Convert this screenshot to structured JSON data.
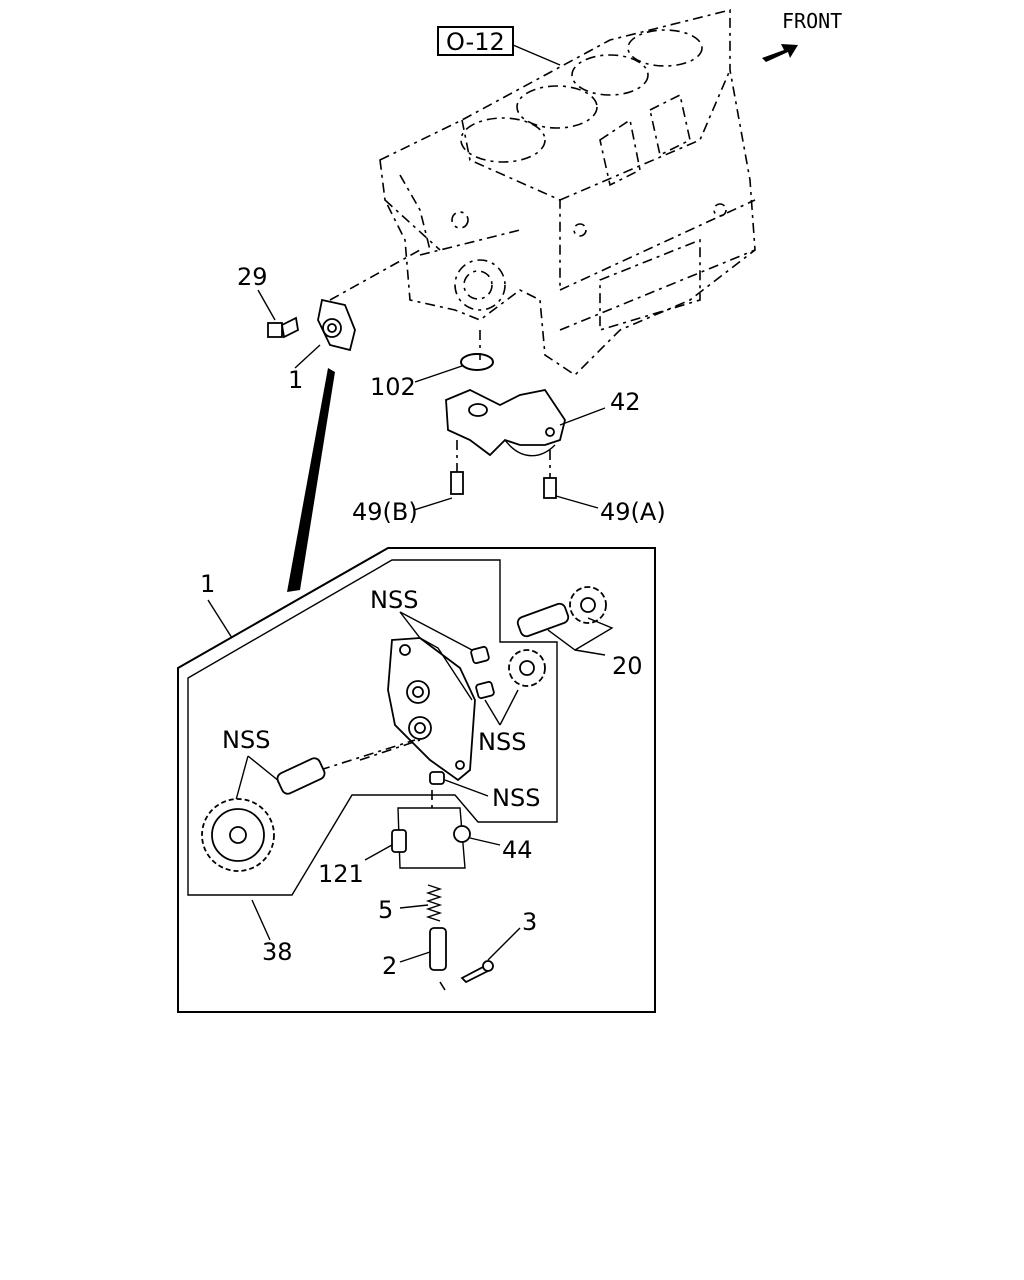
{
  "diagram": {
    "ref_box": "O-12",
    "front_label": "FRONT",
    "callouts": {
      "c29": "29",
      "c1_top": "1",
      "c102": "102",
      "c42": "42",
      "c49b": "49(B)",
      "c49a": "49(A)",
      "c1_box": "1",
      "nss_top": "NSS",
      "c20": "20",
      "nss_mid": "NSS",
      "nss_left": "NSS",
      "nss_low": "NSS",
      "c44": "44",
      "c121": "121",
      "c5": "5",
      "c3": "3",
      "c2": "2",
      "c38": "38"
    },
    "icons": [
      "front-arrow-icon"
    ]
  }
}
